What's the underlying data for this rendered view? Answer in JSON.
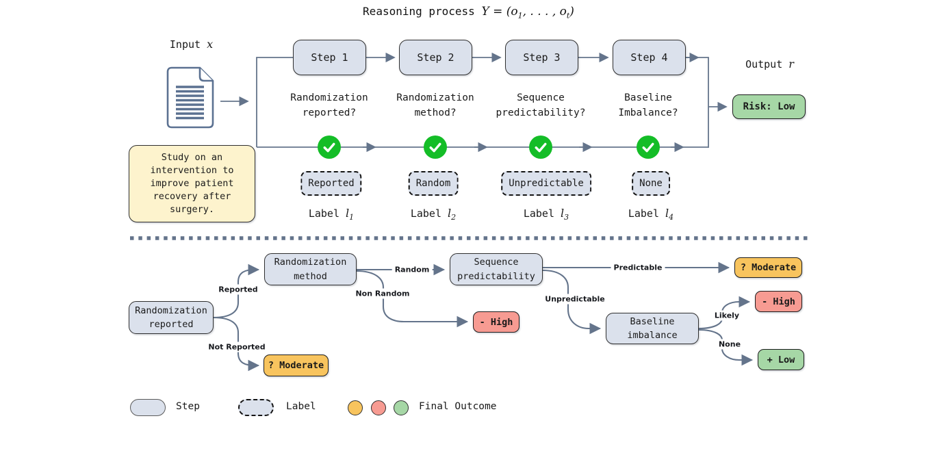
{
  "title": {
    "prefix": "Reasoning process ",
    "math_open": "Y = (o",
    "sub_1": "1",
    "math_mid": ", . . . , o",
    "sub_t": "t",
    "math_close": ")"
  },
  "input": {
    "label": "Input",
    "math_symbol": "x"
  },
  "output": {
    "label": "Output",
    "math_symbol": "r",
    "risk_value": "Risk: Low"
  },
  "study_note": "Study on an\nintervention to\nimprove patient\nrecovery after\nsurgery.",
  "caption_word": "Label",
  "caption_letter": "l",
  "steps": [
    {
      "name": "Step 1",
      "question": "Randomization\nreported?",
      "label": "Reported",
      "sub": "1"
    },
    {
      "name": "Step 2",
      "question": "Randomization\nmethod?",
      "label": "Random",
      "sub": "2"
    },
    {
      "name": "Step 3",
      "question": "Sequence\npredictability?",
      "label": "Unpredictable",
      "sub": "3"
    },
    {
      "name": "Step 4",
      "question": "Baseline\nImbalance?",
      "label": "None",
      "sub": "4"
    }
  ],
  "tree": {
    "nodes": {
      "randomization_reported": "Randomization\nreported",
      "randomization_method": "Randomization\nmethod",
      "sequence_predictability": "Sequence\npredictability",
      "baseline_imbalance": "Baseline\nimbalance"
    },
    "edge_labels": {
      "reported": "Reported",
      "not_reported": "Not Reported",
      "random": "Random",
      "non_random": "Non Random",
      "predictable": "Predictable",
      "unpredictable": "Unpredictable",
      "likely": "Likely",
      "none": "None"
    },
    "outcomes": {
      "moderate_from_not_reported": "? Moderate",
      "high_from_non_random": "- High",
      "moderate_from_predictable": "? Moderate",
      "high_from_likely": "- High",
      "low_from_none": "+ Low"
    }
  },
  "legend": {
    "step": "Step",
    "label": "Label",
    "final_outcome": "Final Outcome"
  },
  "colors": {
    "step_fill": "#dbe1ec",
    "note_fill": "#fdf3cd",
    "outcome_green": "#a6d7a6",
    "outcome_orange": "#f8c45e",
    "outcome_red": "#f79b92",
    "wire": "#64748b",
    "check_green": "#14bd27"
  }
}
